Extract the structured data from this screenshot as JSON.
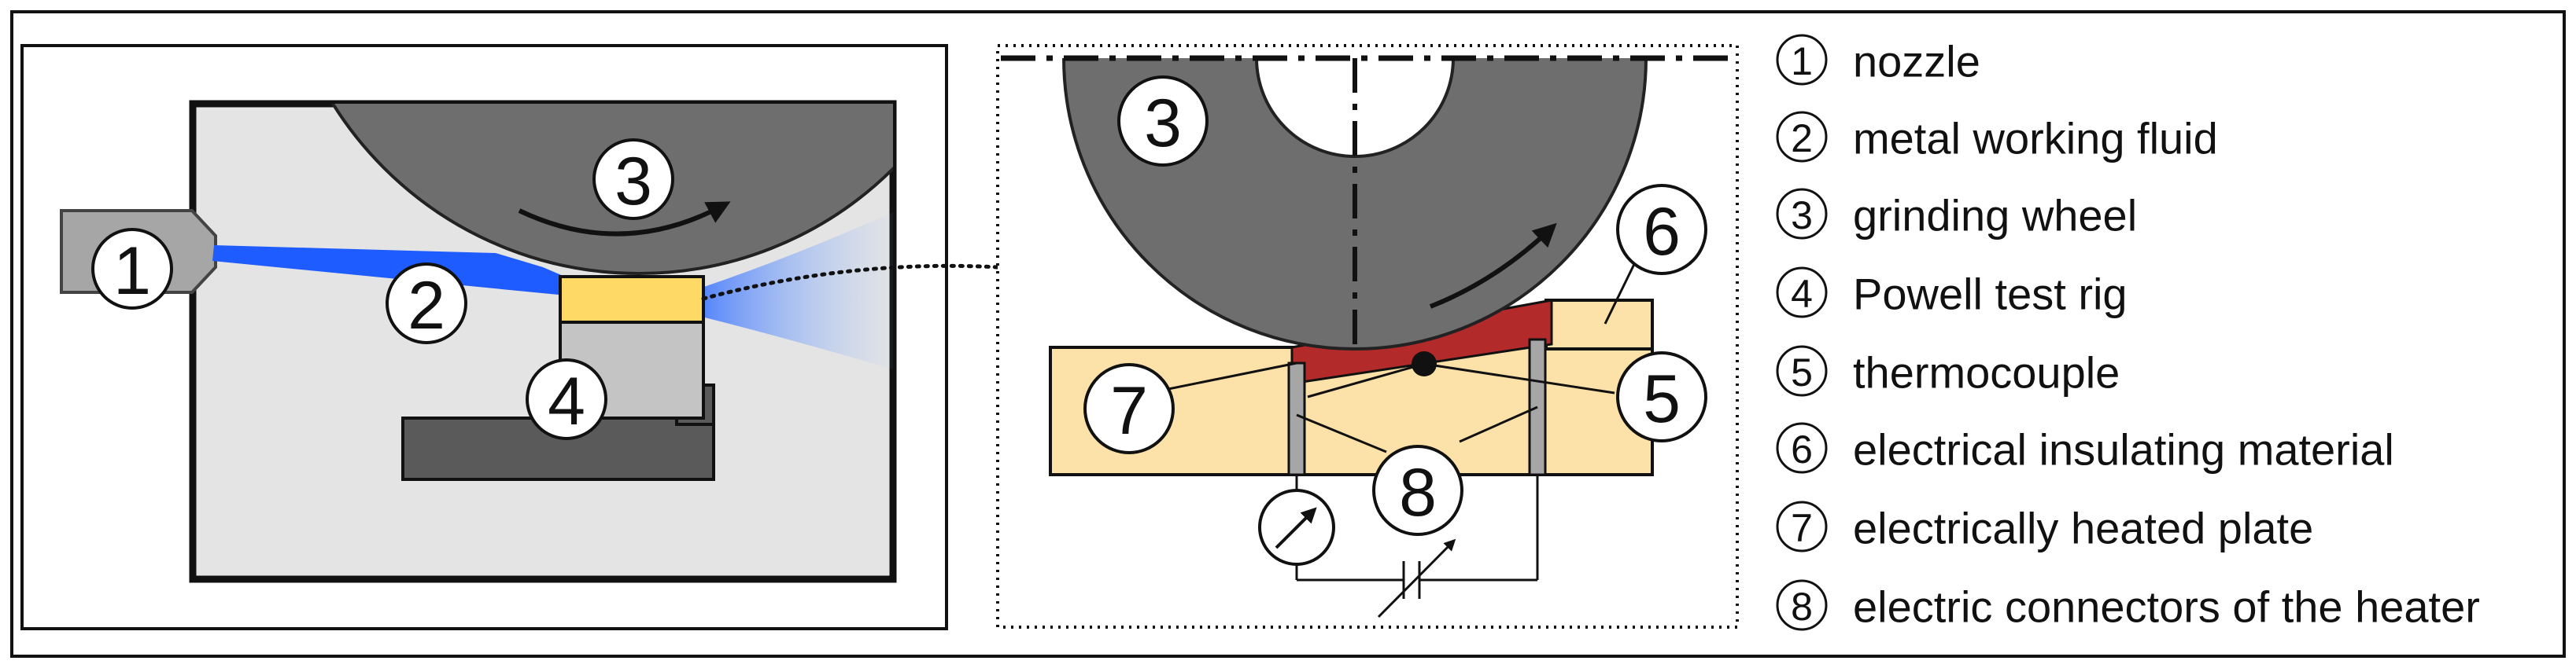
{
  "callouts": {
    "nozzle": "1",
    "fluid": "2",
    "wheel_left": "3",
    "rig": "4",
    "wheel_right": "3",
    "thermocouple": "5",
    "insulation": "6",
    "plate": "7",
    "connectors": "8"
  },
  "legend": [
    {
      "num": "1",
      "label": "nozzle"
    },
    {
      "num": "2",
      "label": "metal working fluid"
    },
    {
      "num": "3",
      "label": "grinding wheel"
    },
    {
      "num": "4",
      "label": "Powell test rig"
    },
    {
      "num": "5",
      "label": "thermocouple"
    },
    {
      "num": "6",
      "label": "electrical insulating material"
    },
    {
      "num": "7",
      "label": "electrically heated plate"
    },
    {
      "num": "8",
      "label": "electric connectors of the heater"
    }
  ],
  "colors": {
    "wheel": "#6e6e6e",
    "fluid": "#1f5cff",
    "housing": "#e4e4e4",
    "workpiece": "#ffd966",
    "rig": "#c4c4c4",
    "base": "#5a5a5a",
    "insulation": "#fce1a8",
    "heated_plate": "#b22a2a"
  }
}
